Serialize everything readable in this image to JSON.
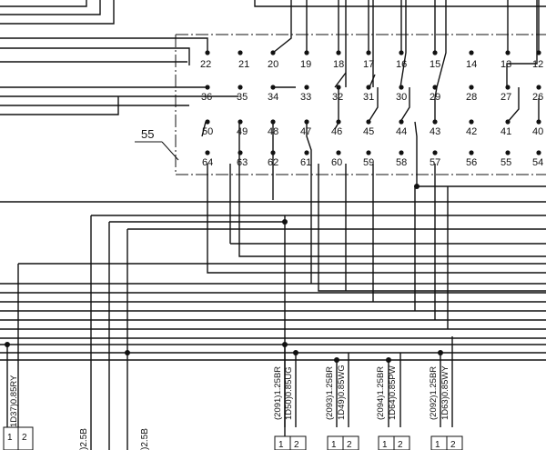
{
  "connector": {
    "callout": "55",
    "rows": [
      [
        "22",
        "21",
        "20",
        "19",
        "18",
        "17",
        "16",
        "15",
        "14",
        "13",
        "12"
      ],
      [
        "36",
        "35",
        "34",
        "33",
        "32",
        "31",
        "30",
        "29",
        "28",
        "27",
        "26"
      ],
      [
        "50",
        "49",
        "48",
        "47",
        "46",
        "45",
        "44",
        "43",
        "42",
        "41",
        "40"
      ],
      [
        "64",
        "63",
        "62",
        "61",
        "60",
        "59",
        "58",
        "57",
        "56",
        "55",
        "54"
      ]
    ]
  },
  "wire_labels": [
    {
      "circuit": "(2091)1.25BR",
      "code": "1D50)0.85UG"
    },
    {
      "circuit": "(2093)1.25BR",
      "code": "1D49)0.85WG"
    },
    {
      "circuit": "(2094)1.25BR",
      "code": "1D64)0.85PW"
    },
    {
      "circuit": "(2092)1.25BR",
      "code": "1D63)0.85WY"
    }
  ],
  "left_labels": [
    {
      "text": "1D37)0.85RY"
    },
    {
      "text": ")2.5B"
    },
    {
      "text": ")2.5B"
    }
  ],
  "terminal_pins": [
    "1",
    "2"
  ]
}
